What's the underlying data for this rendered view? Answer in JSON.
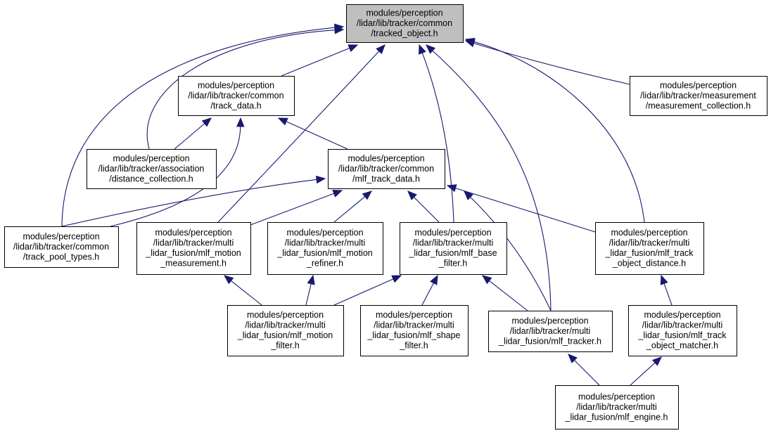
{
  "diagram": {
    "colors": {
      "edge": "#191970",
      "root_fill": "#bfbfbf",
      "node_fill": "#ffffff",
      "border": "#000000"
    },
    "nodes": [
      {
        "id": "tracked_object",
        "lines": [
          "modules/perception",
          "/lidar/lib/tracker/common",
          "/tracked_object.h"
        ],
        "root": true
      },
      {
        "id": "track_data",
        "lines": [
          "modules/perception",
          "/lidar/lib/tracker/common",
          "/track_data.h"
        ]
      },
      {
        "id": "measurement_collection",
        "lines": [
          "modules/perception",
          "/lidar/lib/tracker/measurement",
          "/measurement_collection.h"
        ]
      },
      {
        "id": "distance_collection",
        "lines": [
          "modules/perception",
          "/lidar/lib/tracker/association",
          "/distance_collection.h"
        ]
      },
      {
        "id": "mlf_track_data",
        "lines": [
          "modules/perception",
          "/lidar/lib/tracker/common",
          "/mlf_track_data.h"
        ]
      },
      {
        "id": "track_pool_types",
        "lines": [
          "modules/perception",
          "/lidar/lib/tracker/common",
          "/track_pool_types.h"
        ]
      },
      {
        "id": "mlf_motion_measurement",
        "lines": [
          "modules/perception",
          "/lidar/lib/tracker/multi",
          "_lidar_fusion/mlf_motion",
          "_measurement.h"
        ]
      },
      {
        "id": "mlf_motion_refiner",
        "lines": [
          "modules/perception",
          "/lidar/lib/tracker/multi",
          "_lidar_fusion/mlf_motion",
          "_refiner.h"
        ]
      },
      {
        "id": "mlf_base_filter",
        "lines": [
          "modules/perception",
          "/lidar/lib/tracker/multi",
          "_lidar_fusion/mlf_base",
          "_filter.h"
        ]
      },
      {
        "id": "mlf_track_object_distance",
        "lines": [
          "modules/perception",
          "/lidar/lib/tracker/multi",
          "_lidar_fusion/mlf_track",
          "_object_distance.h"
        ]
      },
      {
        "id": "mlf_motion_filter",
        "lines": [
          "modules/perception",
          "/lidar/lib/tracker/multi",
          "_lidar_fusion/mlf_motion",
          "_filter.h"
        ]
      },
      {
        "id": "mlf_shape_filter",
        "lines": [
          "modules/perception",
          "/lidar/lib/tracker/multi",
          "_lidar_fusion/mlf_shape",
          "_filter.h"
        ]
      },
      {
        "id": "mlf_tracker",
        "lines": [
          "modules/perception",
          "/lidar/lib/tracker/multi",
          "_lidar_fusion/mlf_tracker.h"
        ]
      },
      {
        "id": "mlf_track_object_matcher",
        "lines": [
          "modules/perception",
          "/lidar/lib/tracker/multi",
          "_lidar_fusion/mlf_track",
          "_object_matcher.h"
        ]
      },
      {
        "id": "mlf_engine",
        "lines": [
          "modules/perception",
          "/lidar/lib/tracker/multi",
          "_lidar_fusion/mlf_engine.h"
        ]
      }
    ],
    "edges": [
      {
        "from": "track_data",
        "to": "tracked_object"
      },
      {
        "from": "distance_collection",
        "to": "tracked_object"
      },
      {
        "from": "track_pool_types",
        "to": "tracked_object"
      },
      {
        "from": "mlf_motion_measurement",
        "to": "tracked_object"
      },
      {
        "from": "mlf_base_filter",
        "to": "tracked_object"
      },
      {
        "from": "mlf_tracker",
        "to": "tracked_object"
      },
      {
        "from": "mlf_track_object_distance",
        "to": "tracked_object"
      },
      {
        "from": "measurement_collection",
        "to": "tracked_object"
      },
      {
        "from": "distance_collection",
        "to": "track_data"
      },
      {
        "from": "track_pool_types",
        "to": "track_data"
      },
      {
        "from": "mlf_track_data",
        "to": "track_data"
      },
      {
        "from": "track_pool_types",
        "to": "mlf_track_data"
      },
      {
        "from": "mlf_motion_measurement",
        "to": "mlf_track_data"
      },
      {
        "from": "mlf_motion_refiner",
        "to": "mlf_track_data"
      },
      {
        "from": "mlf_base_filter",
        "to": "mlf_track_data"
      },
      {
        "from": "mlf_tracker",
        "to": "mlf_track_data"
      },
      {
        "from": "mlf_track_object_distance",
        "to": "mlf_track_data"
      },
      {
        "from": "mlf_motion_filter",
        "to": "mlf_motion_measurement"
      },
      {
        "from": "mlf_motion_filter",
        "to": "mlf_motion_refiner"
      },
      {
        "from": "mlf_motion_filter",
        "to": "mlf_base_filter"
      },
      {
        "from": "mlf_shape_filter",
        "to": "mlf_base_filter"
      },
      {
        "from": "mlf_tracker",
        "to": "mlf_base_filter"
      },
      {
        "from": "mlf_track_object_matcher",
        "to": "mlf_track_object_distance"
      },
      {
        "from": "mlf_engine",
        "to": "mlf_tracker"
      },
      {
        "from": "mlf_engine",
        "to": "mlf_track_object_matcher"
      }
    ]
  }
}
